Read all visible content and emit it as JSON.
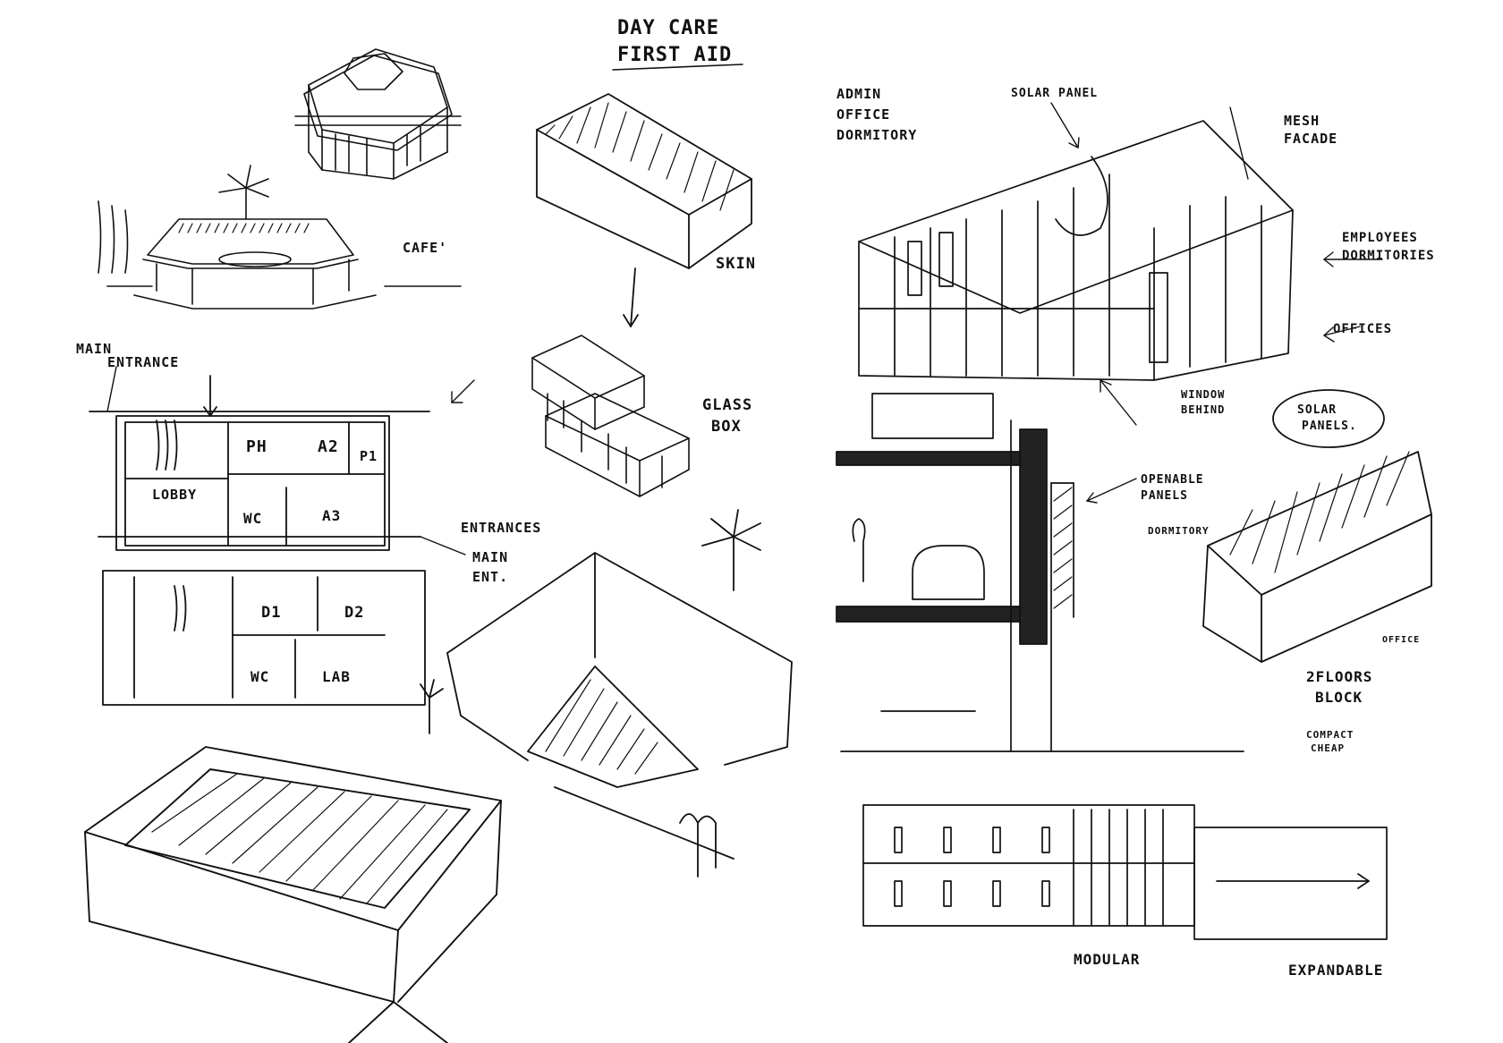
{
  "sheet": {
    "notes": {
      "day_care": "DAY CARE",
      "first_aid": "FIRST AID",
      "cafe": "CAFE'",
      "main_entrance_1": "MAIN",
      "main_entrance_2": "ENTRANCE",
      "skin": "SKIN",
      "glass_box_1": "GLASS",
      "glass_box_2": "BOX",
      "lobby": "LOBBY",
      "ph": "PH",
      "a2": "A2",
      "p1": "P1",
      "wc_top": "WC",
      "a3": "A3",
      "entrances": "ENTRANCES",
      "main_ent_1": "MAIN",
      "main_ent_2": "ENT.",
      "d1": "D1",
      "d2": "D2",
      "wc_bottom": "WC",
      "lab": "LAB",
      "admin": "ADMIN",
      "office": "OFFICE",
      "dormitory_top": "DORMITORY",
      "solar_panel": "SOLAR PANEL",
      "mesh_1": "MESH",
      "mesh_2": "FACADE",
      "employees_1": "EMPLOYEES",
      "employees_2": "DORMITORIES",
      "offices": "OFFICES",
      "window_1": "WINDOW",
      "window_2": "BEHIND",
      "openable_1": "OPENABLE",
      "openable_2": "PANELS",
      "solar_panels_1": "SOLAR",
      "solar_panels_2": "PANELS.",
      "dormitory_block": "DORMITORY",
      "office_block": "OFFICE",
      "floors_1": "2FLOORS",
      "floors_2": "BLOCK",
      "compact_1": "COMPACT",
      "compact_2": "CHEAP",
      "modular": "MODULAR",
      "expandable": "EXPANDABLE"
    }
  }
}
